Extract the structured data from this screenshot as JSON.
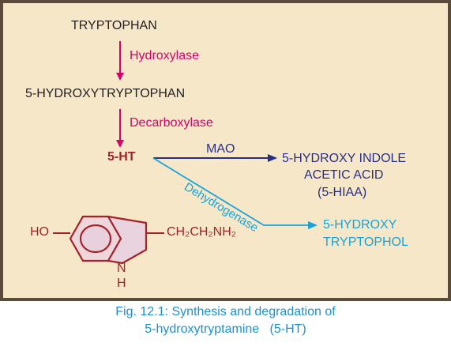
{
  "pathway": {
    "tryptophan": "TRYPTOPHAN",
    "enzyme_hydroxylase": "Hydroxylase",
    "hydroxytryptophan": "5-HYDROXYTRYPTOPHAN",
    "enzyme_decarboxylase": "Decarboxylase",
    "serotonin": "5-HT",
    "enzyme_mao": "MAO",
    "hiaa_line1": "5-HYDROXY INDOLE",
    "hiaa_line2": "ACETIC ACID",
    "hiaa_line3": "(5-HIAA)",
    "enzyme_dehydrogenase": "Dehydrogenase",
    "tryptophol_line1": "5-HYDROXY",
    "tryptophol_line2": "TRYPTOPHOL"
  },
  "structure": {
    "ho": "HO",
    "side_chain": "CH₂CH₂NH₂",
    "n": "N",
    "h": "H"
  },
  "caption": {
    "fig": "Fig. 12.1:",
    "line1": "Synthesis and degradation of",
    "line2": "5-hydroxytryptamine   (5-HT)"
  },
  "colors": {
    "panel_bg": "#f6e7c8",
    "border": "#5a4b3c",
    "pink": "#d6006e",
    "navy": "#2a2f86",
    "cyan": "#1aa3d6",
    "maroon": "#a3232b",
    "caption": "#1f8fd0"
  }
}
